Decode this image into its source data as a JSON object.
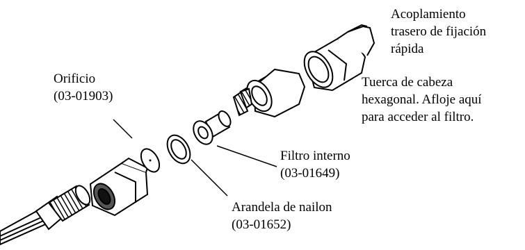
{
  "labels": {
    "coupling": {
      "line1": "Acoplamiento",
      "line2": "trasero de fijación",
      "line3": "rápida"
    },
    "hex_nut": {
      "line1": "Tuerca de cabeza",
      "line2": "hexagonal. Afloje aquí",
      "line3": "para acceder al filtro."
    },
    "orifice": {
      "line1": "Orificio",
      "line2": "(03-01903)"
    },
    "filter": {
      "line1": "Filtro interno",
      "line2": "(03-01649)"
    },
    "washer": {
      "line1": "Arandela de nailon",
      "line2": "(03-01652)"
    }
  }
}
